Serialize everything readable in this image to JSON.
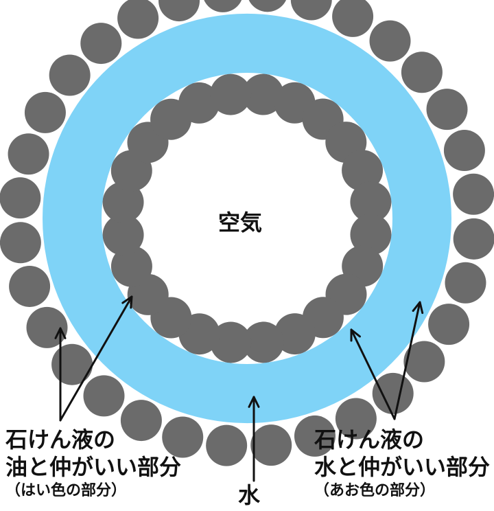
{
  "labels": {
    "air": "空気",
    "water": "水",
    "oil_part": {
      "line1": "石けん液の",
      "line2": "油と仲がいい部分",
      "line3": "（はい色の部分）"
    },
    "water_part": {
      "line1": "石けん液の",
      "line2": "水と仲がいい部分",
      "line3": "（あお色の部分）"
    }
  },
  "colors": {
    "film": "#7fd3f7",
    "head": "#1f88d0",
    "tail": "#6b6b6b",
    "arrow": "#111111",
    "text": "#111111"
  },
  "diagram": {
    "outer_molecule_count": 32,
    "inner_molecule_count": 24
  }
}
